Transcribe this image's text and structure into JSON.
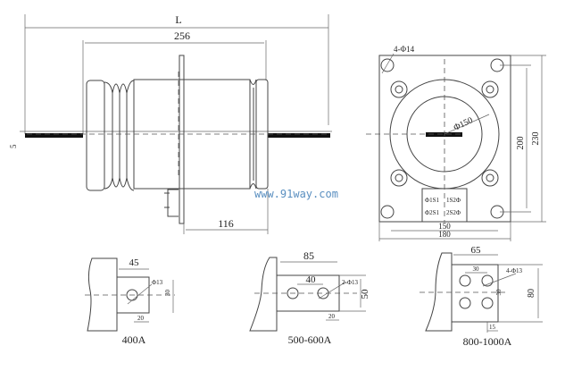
{
  "side_view": {
    "dim_L": "L",
    "dim_256": "256",
    "dim_116": "116",
    "dim_5": "5"
  },
  "front_view": {
    "holes": "4-Φ14",
    "bore": "Φ150",
    "terminals": [
      "Φ1S1",
      "1S2Φ",
      "Φ2S1",
      "2S2Φ"
    ],
    "dim_150": "150",
    "dim_180": "180",
    "dim_200": "200",
    "dim_230": "230"
  },
  "watermark": "www.91way.com",
  "terminal_400": {
    "label": "400A",
    "dim_45": "45",
    "dim_hole": "Φ13",
    "dim_30": "30",
    "dim_20": "20"
  },
  "terminal_500": {
    "label": "500-600A",
    "dim_85": "85",
    "dim_40": "40",
    "dim_hole": "2-Φ13",
    "dim_50": "50",
    "dim_20": "20"
  },
  "terminal_800": {
    "label": "800-1000A",
    "dim_65": "65",
    "dim_30": "30",
    "dim_hole": "4-Φ13",
    "dim_30v": "30",
    "dim_80": "80",
    "dim_15": "15"
  }
}
